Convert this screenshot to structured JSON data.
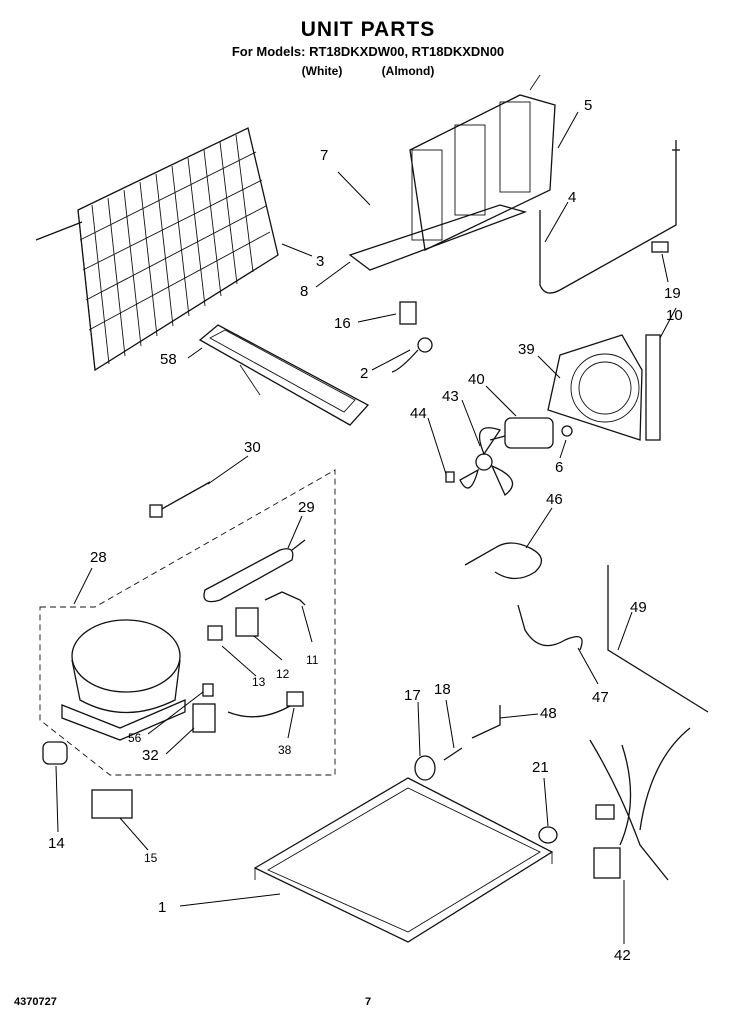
{
  "header": {
    "title": "UNIT PARTS",
    "models": "For Models: RT18DKXDW00, RT18DKXDN00",
    "color_white": "(White)",
    "color_almond": "(Almond)"
  },
  "footer": {
    "doc_number": "4370727",
    "page_number": "7"
  },
  "callouts": {
    "c1": "1",
    "c2": "2",
    "c3": "3",
    "c4": "4",
    "c5": "5",
    "c6": "6",
    "c7": "7",
    "c8": "8",
    "c10": "10",
    "c11": "11",
    "c12": "12",
    "c13": "13",
    "c14": "14",
    "c15": "15",
    "c16": "16",
    "c17": "17",
    "c18": "18",
    "c19": "19",
    "c21": "21",
    "c28": "28",
    "c29": "29",
    "c30": "30",
    "c32": "32",
    "c38": "38",
    "c39": "39",
    "c40": "40",
    "c42": "42",
    "c43": "43",
    "c44": "44",
    "c46": "46",
    "c47": "47",
    "c48": "48",
    "c49": "49",
    "c56": "56",
    "c58": "58"
  }
}
